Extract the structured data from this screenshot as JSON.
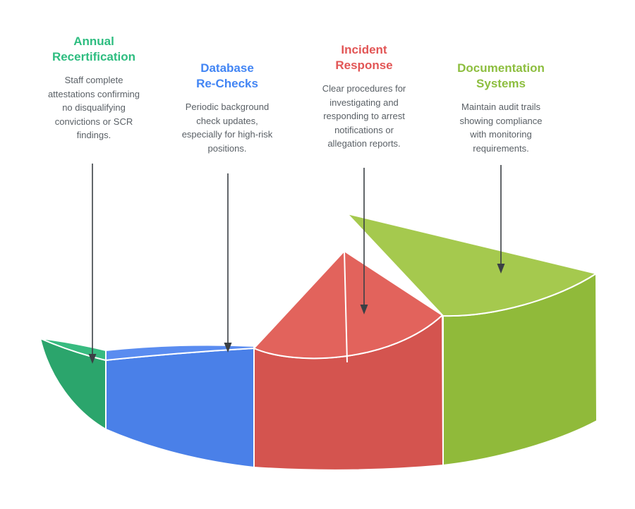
{
  "labels": [
    {
      "title": "Annual Recertification",
      "description": "Staff complete attestations confirming no disqualifying convictions or SCR findings.",
      "color": "#2ebd80"
    },
    {
      "title": "Database Re-Checks",
      "description": "Periodic background check updates, especially for high-risk positions.",
      "color": "#4285f4"
    },
    {
      "title": "Incident Response",
      "description": "Clear procedures for investigating and responding to arrest notifications or allegation reports.",
      "color": "#e25656"
    },
    {
      "title": "Documentation Systems",
      "description": "Maintain audit trails showing compliance with monitoring requirements.",
      "color": "#8dbe3f"
    }
  ],
  "chart": {
    "type": "stepped-3d-pie",
    "segments": [
      {
        "name": "annual-recertification",
        "top_color": "#38bb80",
        "side_color": "#2ba56c"
      },
      {
        "name": "database-re-checks",
        "top_color": "#5a8cf0",
        "side_color": "#4a80e8"
      },
      {
        "name": "incident-response",
        "top_color": "#e2635c",
        "side_color": "#d4544f"
      },
      {
        "name": "documentation-systems",
        "top_color": "#a5c94e",
        "side_color": "#90ba3a"
      }
    ],
    "arrow_color": "#3b4045"
  },
  "text_color": "#5a6066",
  "background": "#ffffff"
}
